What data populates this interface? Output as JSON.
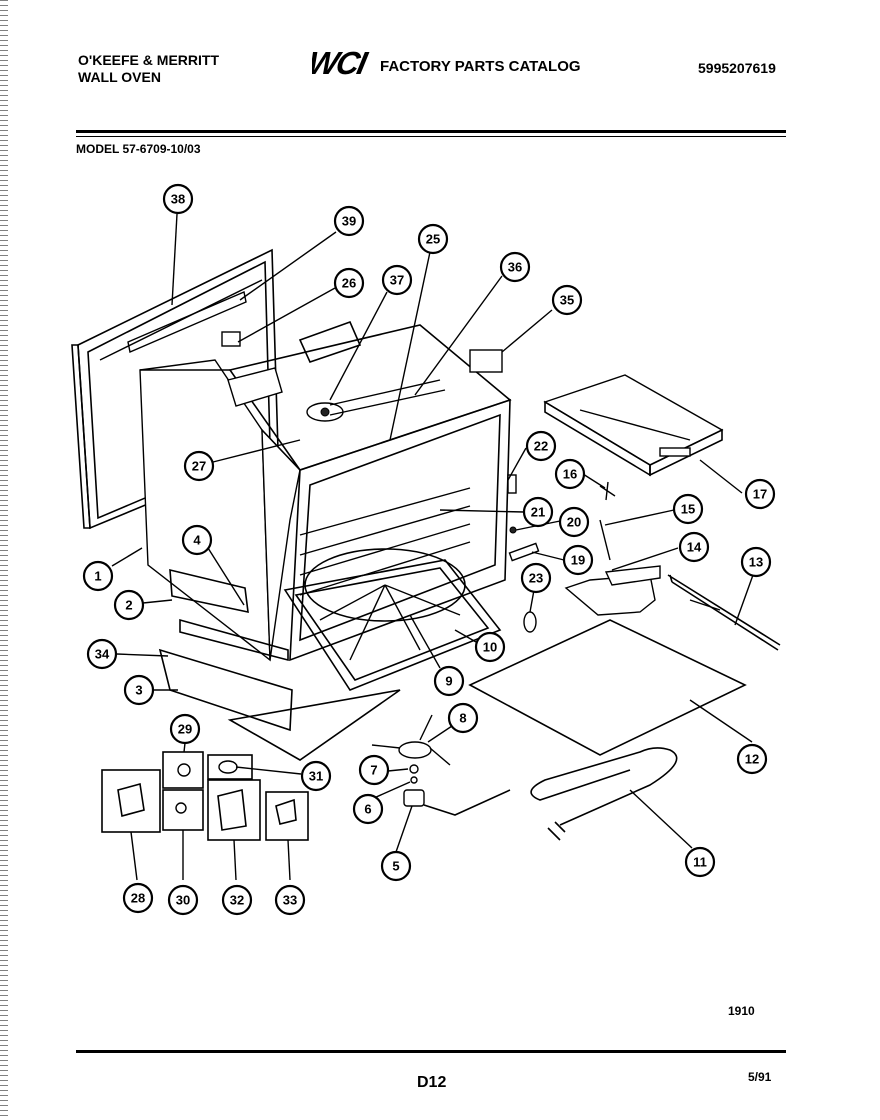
{
  "header": {
    "brand_line1": "O'KEEFE & MERRITT",
    "brand_line2": "WALL OVEN",
    "logo_text": "WCI",
    "catalog_title": "FACTORY PARTS CATALOG",
    "catalog_number": "5995207619",
    "model": "MODEL 57-6709-10/03"
  },
  "callouts": [
    "1",
    "2",
    "3",
    "4",
    "5",
    "6",
    "7",
    "8",
    "9",
    "10",
    "11",
    "12",
    "13",
    "14",
    "15",
    "16",
    "17",
    "19",
    "20",
    "21",
    "22",
    "23",
    "25",
    "26",
    "27",
    "28",
    "29",
    "30",
    "31",
    "32",
    "33",
    "34",
    "35",
    "36",
    "37",
    "38",
    "39"
  ],
  "footer": {
    "diagram_number": "1910",
    "page_code": "D12",
    "date": "5/91"
  }
}
